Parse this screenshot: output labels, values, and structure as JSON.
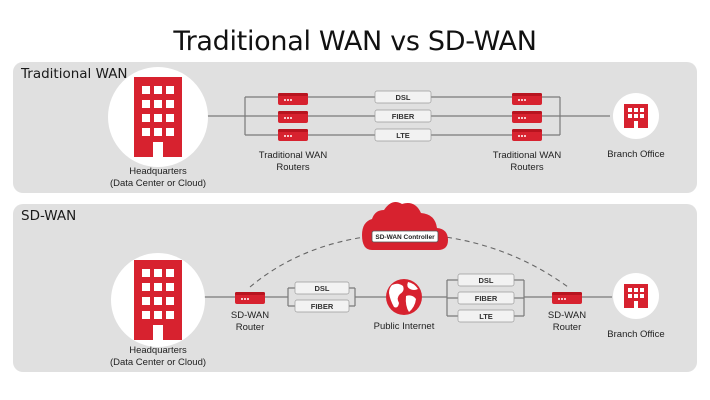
{
  "title": "Traditional WAN vs SD-WAN",
  "colors": {
    "accent": "#d7222f",
    "panel": "#e0e0e0",
    "line": "#7a7a7a"
  },
  "traditional": {
    "section_title": "Traditional WAN",
    "hq_label_line1": "Headquarters",
    "hq_label_line2": "(Data Center or Cloud)",
    "routers_left_line1": "Traditional  WAN",
    "routers_left_line2": "Routers",
    "routers_right_line1": "Traditional  WAN",
    "routers_right_line2": "Routers",
    "links": [
      "DSL",
      "FIBER",
      "LTE"
    ],
    "branch_label": "Branch Office"
  },
  "sdwan": {
    "section_title": "SD-WAN",
    "controller_label": "SD-WAN Controller",
    "hq_label_line1": "Headquarters",
    "hq_label_line2": "(Data Center or Cloud)",
    "router_left_line1": "SD-WAN",
    "router_left_line2": "Router",
    "left_links": [
      "DSL",
      "FIBER"
    ],
    "internet_label": "Public Internet",
    "right_links": [
      "DSL",
      "FIBER",
      "LTE"
    ],
    "router_right_line1": "SD-WAN",
    "router_right_line2": "Router",
    "branch_label": "Branch Office"
  }
}
